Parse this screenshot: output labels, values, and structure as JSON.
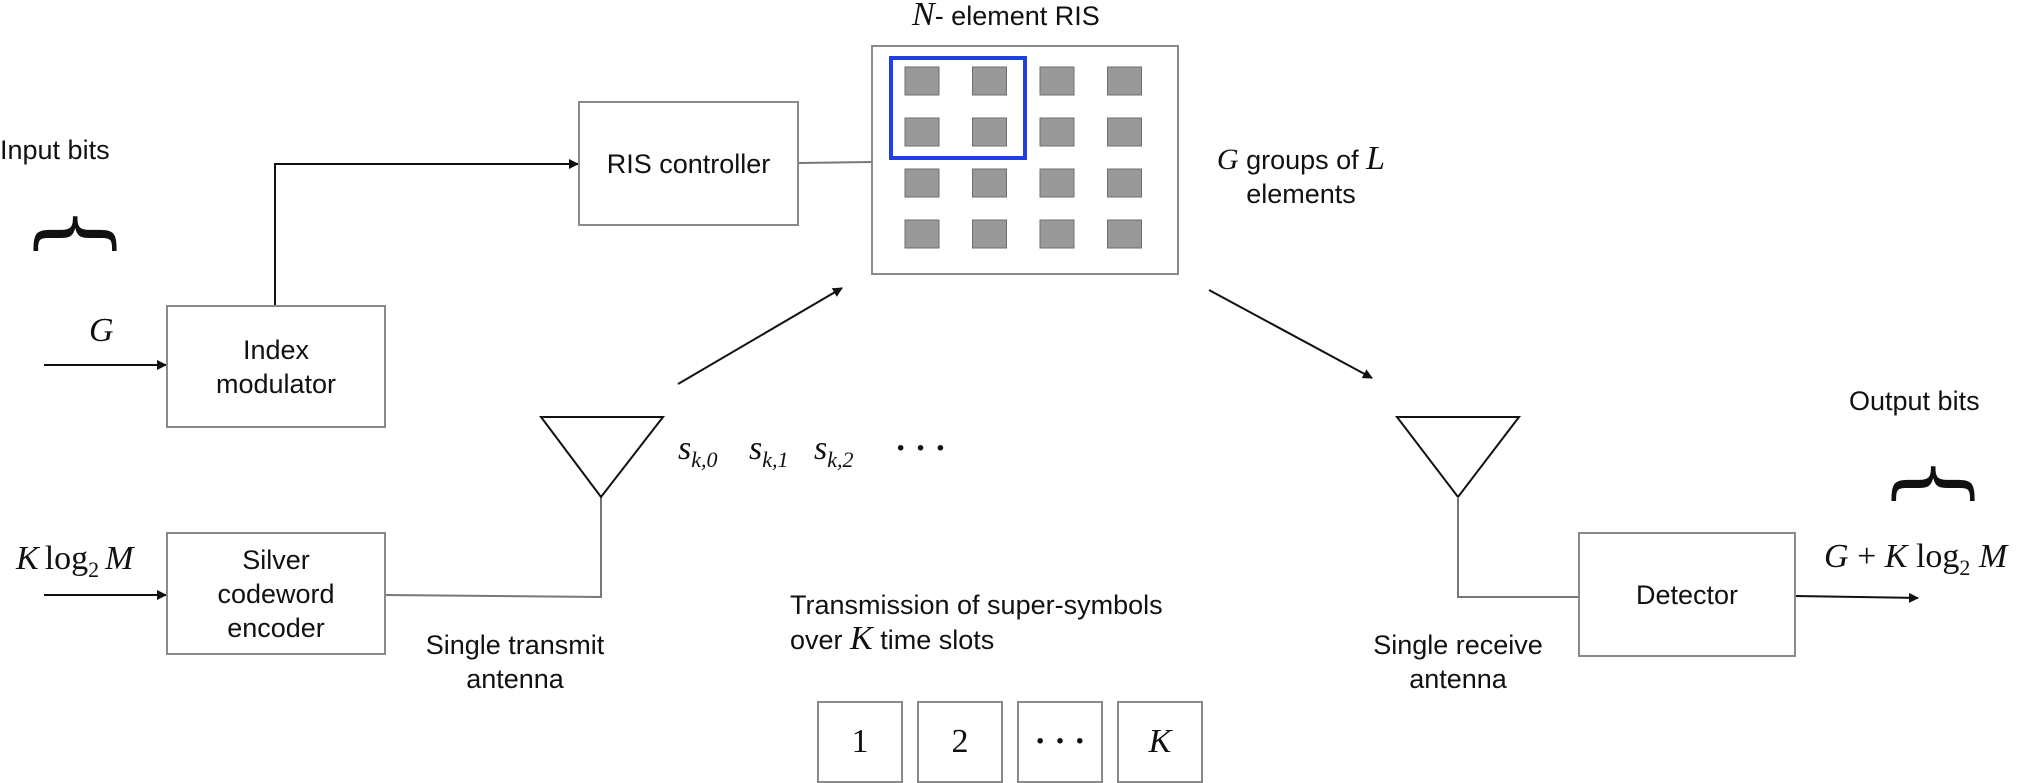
{
  "labels": {
    "input_bits": "Input bits",
    "output_bits": "Output bits",
    "g_input": "G",
    "k_input_k": "K",
    "k_input_log": "log",
    "k_input_sub": "2",
    "k_input_m": "M",
    "ris_title_n": "N",
    "ris_title_rest": "- element RIS",
    "groups_g": "G",
    "groups_mid": " groups of ",
    "groups_l": "L",
    "groups_line2": "elements",
    "tx_antenna_1": "Single transmit",
    "tx_antenna_2": "antenna",
    "rx_antenna_1": "Single receive",
    "rx_antenna_2": "antenna",
    "transmission_1": "Transmission of super-symbols",
    "transmission_2a": "over ",
    "transmission_k": "K",
    "transmission_2b": " time slots",
    "output_g": "G",
    "output_plus": " + ",
    "output_k": "K",
    "output_log": " log",
    "output_sub": "2",
    "output_m": " M"
  },
  "symbols": {
    "s0_base": "s",
    "s0_sub": "k,0",
    "s1_base": "s",
    "s1_sub": "k,1",
    "s2_base": "s",
    "s2_sub": "k,2",
    "dots": "· · ·"
  },
  "blocks": {
    "ris_controller": "RIS controller",
    "index_modulator_1": "Index",
    "index_modulator_2": "modulator",
    "encoder_1": "Silver",
    "encoder_2": "codeword",
    "encoder_3": "encoder",
    "detector": "Detector"
  },
  "time_slots": [
    "1",
    "2",
    "· · ·",
    "K"
  ],
  "ris": {
    "rows": 4,
    "cols": 4,
    "element_color": "#999999",
    "group_highlight_color": "#1f3fe0"
  }
}
